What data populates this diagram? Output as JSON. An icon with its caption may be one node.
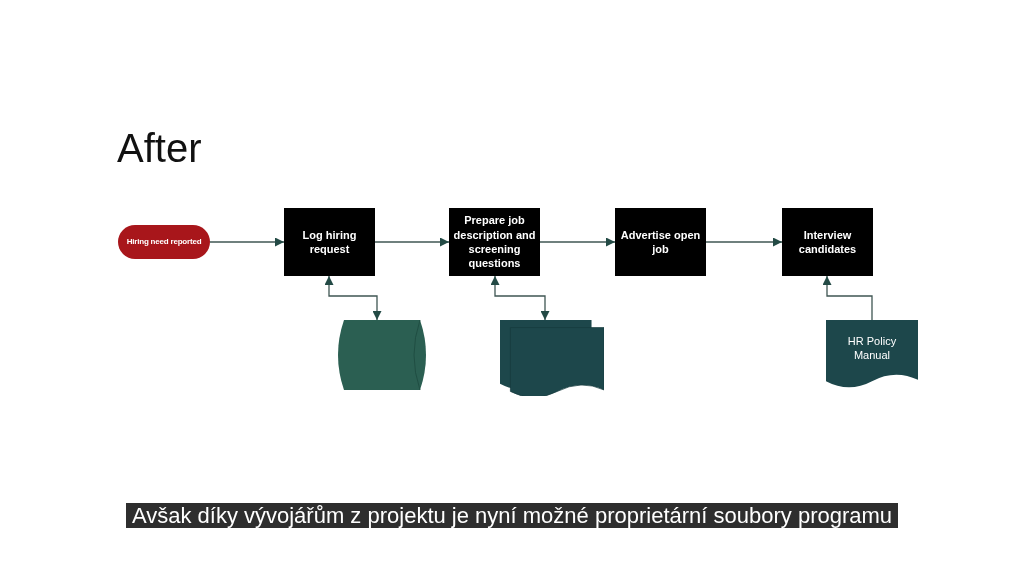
{
  "diagram": {
    "title": "After",
    "nodes": [
      {
        "text": [
          "Hiring need reported"
        ]
      },
      {
        "text": [
          "Log hiring request"
        ]
      },
      {
        "text": [
          "Prepare job description and screening questions"
        ]
      },
      {
        "text": [
          "Advertise open job"
        ]
      },
      {
        "text": [
          "Interview candidates"
        ]
      },
      {
        "text": [],
        "shape": "cylinder"
      },
      {
        "text": [],
        "shape": "documents"
      },
      {
        "text": [
          "HR Policy Manual"
        ]
      }
    ],
    "edges": [
      {
        "from": 0,
        "to": 1,
        "arrow": "to"
      },
      {
        "from": 1,
        "to": 2,
        "arrow": "to"
      },
      {
        "from": 2,
        "to": 3,
        "arrow": "to"
      },
      {
        "from": 3,
        "to": 4,
        "arrow": "to"
      },
      {
        "from": 1,
        "to": 5,
        "arrow": "both"
      },
      {
        "from": 2,
        "to": 6,
        "arrow": "both"
      },
      {
        "from": 7,
        "to": 4,
        "arrow": "to"
      }
    ],
    "labels": [
      "Avšak díky vývojářům z projektu je nyní možné proprietární soubory programu"
    ]
  }
}
